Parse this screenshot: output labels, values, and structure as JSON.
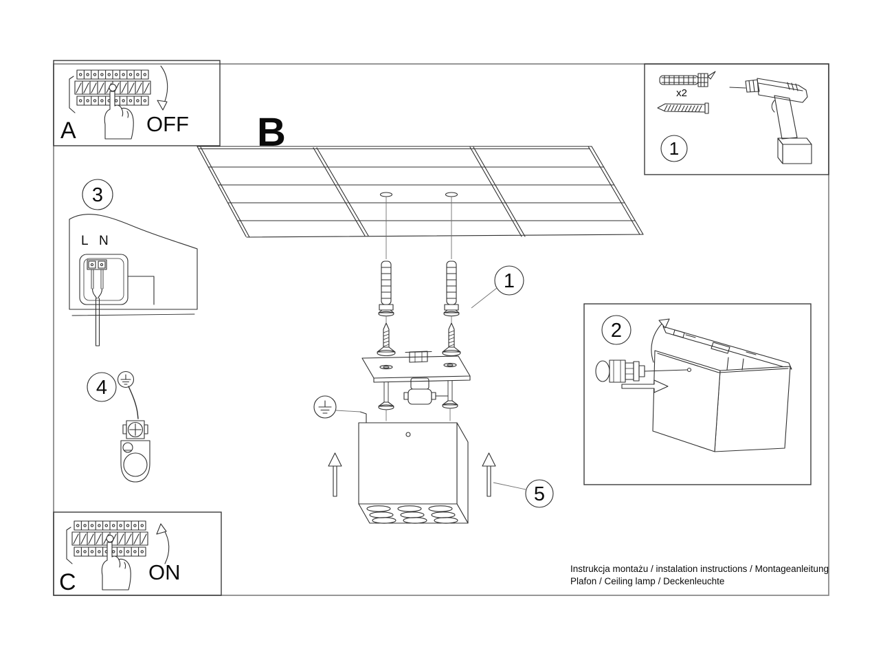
{
  "document": {
    "footer_line1": "Instrukcja montażu / instalation instructions / Montageanleitung",
    "footer_line2": "Plafon / Ceiling lamp / Deckenleuchte"
  },
  "sections": {
    "power_off": {
      "label": "A",
      "state": "OFF"
    },
    "ceiling": {
      "label": "B"
    },
    "power_on": {
      "label": "C",
      "state": "ON"
    },
    "tools": {
      "step_no": "1",
      "anchor_qty": "x2"
    },
    "anchors": {
      "step_no": "1"
    },
    "open_housing": {
      "step_no": "2"
    },
    "wiring": {
      "step_no": "3",
      "live": "L",
      "neutral": "N"
    },
    "grounding": {
      "step_no": "4"
    },
    "mounting": {
      "step_no": "5"
    }
  }
}
